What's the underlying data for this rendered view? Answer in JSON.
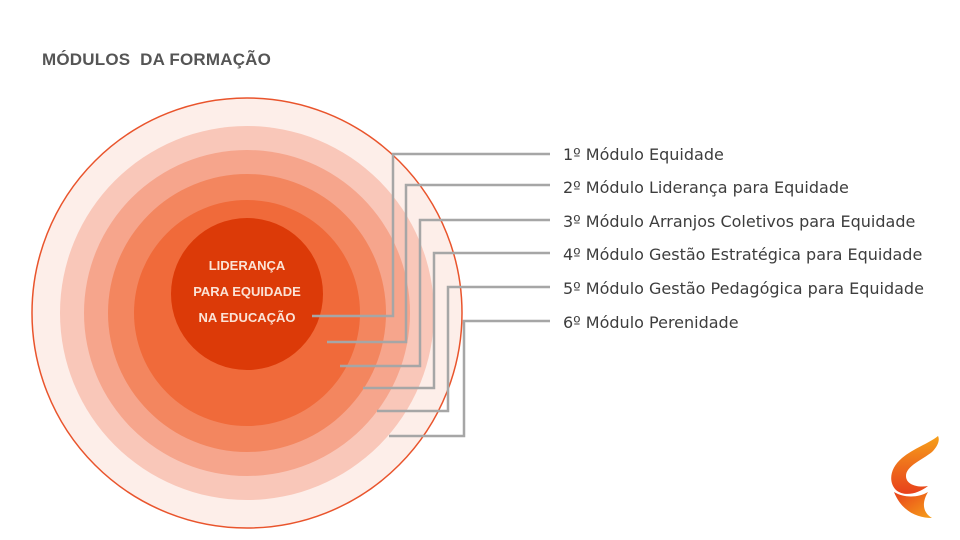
{
  "header": {
    "title": "MÓDULOS  DA FORMAÇÃO"
  },
  "diagram": {
    "center_lines": [
      "LIDERANÇA",
      "PARA EQUIDADE",
      "NA EDUCAÇÃO"
    ],
    "modules": [
      "1º Módulo Equidade",
      "2º Módulo Liderança para Equidade",
      "3º Módulo Arranjos Coletivos para Equidade",
      "4º Módulo Gestão Estratégica para Equidade",
      "5º Módulo Gestão Pedagógica para Equidade",
      "6º Módulo Perenidade"
    ],
    "ring_colors": [
      "#fdeee9",
      "#f9c7b9",
      "#f6a58c",
      "#f3865f",
      "#f06a3a",
      "#dc3a08"
    ],
    "outer_stroke": "#e9542c",
    "connector_color": "#a6a6a6"
  },
  "logo": {
    "icon": "brand-flame-icon",
    "colors": [
      "#e8411b",
      "#f6a01a"
    ]
  }
}
